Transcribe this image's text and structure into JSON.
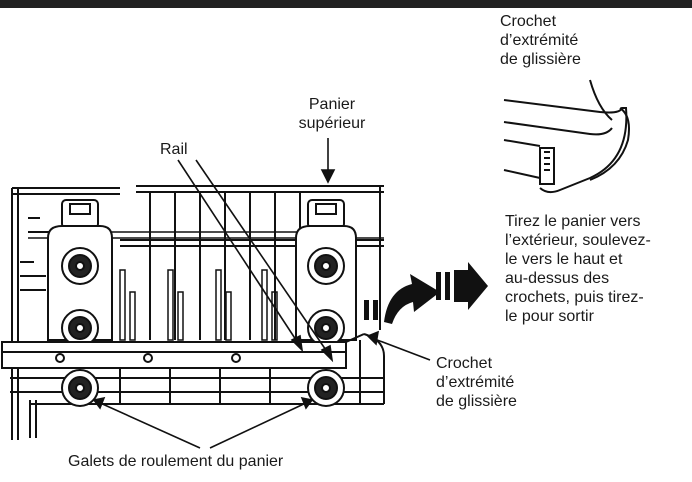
{
  "labels": {
    "upper_basket": [
      "Panier",
      "supérieur"
    ],
    "rail": "Rail",
    "slide_end_hook_top": [
      "Crochet",
      "d’extrémité",
      "de glissière"
    ],
    "slide_end_hook_bottom": [
      "Crochet",
      "d’extrémité",
      "de glissière"
    ],
    "rollers": "Galets de roulement du panier",
    "instructions": [
      "Tirez le panier vers",
      "l’extérieur, soulevez-",
      "le vers le haut et",
      "au-dessus des",
      "crochets, puis tirez-",
      "le pour sortir"
    ]
  }
}
